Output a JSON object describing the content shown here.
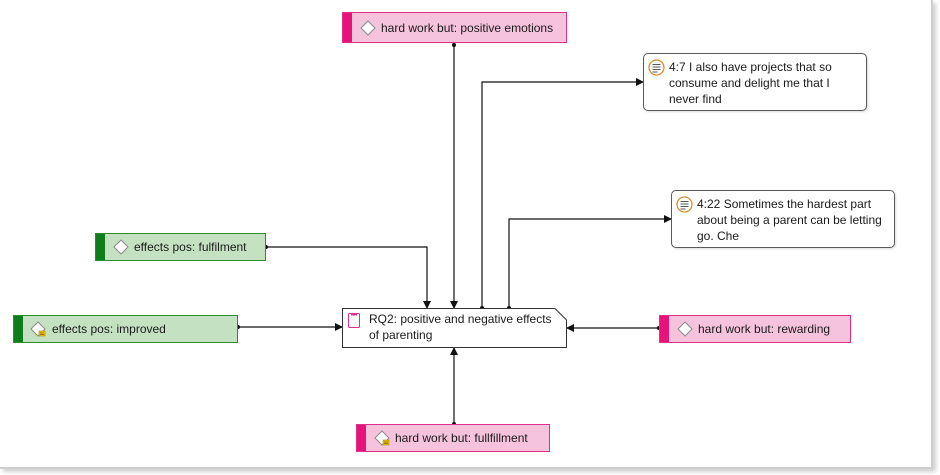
{
  "central": {
    "label": "RQ2: positive and negative effects of parenting"
  },
  "codes": {
    "positive_emotions": "hard work but: positive emotions",
    "rewarding": "hard work but: rewarding",
    "fulfillment": "hard work but: fullfillment",
    "pos_fulfilment": "effects pos: fulfilment",
    "pos_improved": "effects pos: improved"
  },
  "quotations": {
    "q_4_7": "4:7 I also have projects that so consume and delight me that I never find",
    "q_4_22": "4:22 Sometimes the hardest part about being a parent can be letting go. Che"
  },
  "colors": {
    "code_pink_fill": "#f6c3dd",
    "code_pink_accent": "#e8137a",
    "code_green_fill": "#c4e2c2",
    "code_green_accent": "#0f7d1a",
    "quotation_icon": "#d98c2b",
    "memo_icon": "#e0308a"
  },
  "icons": {
    "code": "diamond-icon",
    "code_with_comment": "diamond-comment-icon",
    "quotation": "quotation-icon",
    "memo": "memo-icon"
  }
}
